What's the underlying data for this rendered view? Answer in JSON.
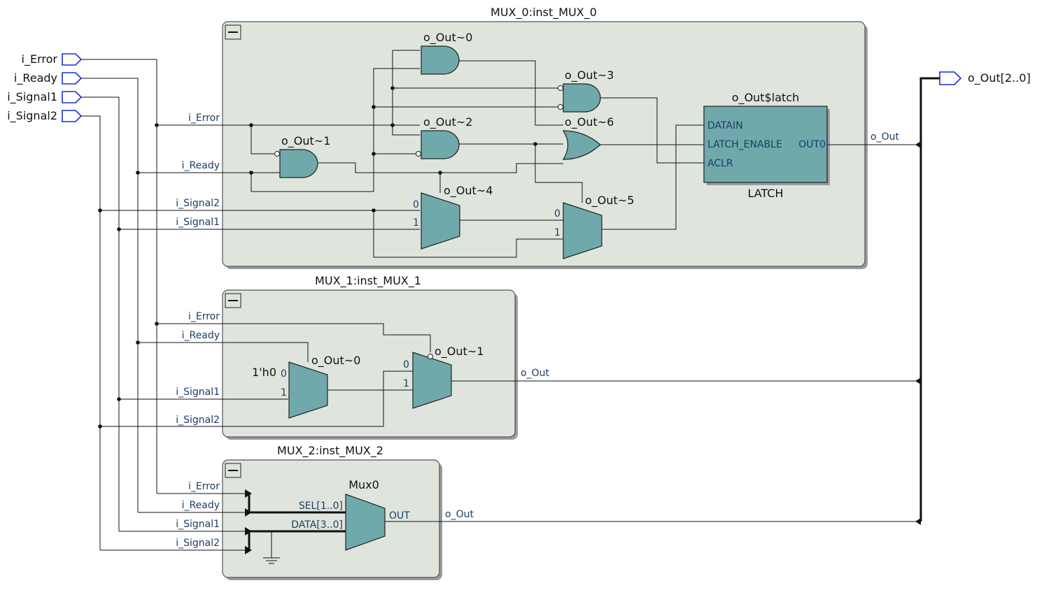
{
  "inputs": [
    "i_Error",
    "i_Ready",
    "i_Signal1",
    "i_Signal2"
  ],
  "output": "o_Out[2..0]",
  "mux0": {
    "title": "MUX_0:inst_MUX_0",
    "wire_labels": {
      "err": "i_Error",
      "rdy": "i_Ready",
      "s2": "i_Signal2",
      "s1": "i_Signal1"
    },
    "gates": {
      "g0": "o_Out~0",
      "g1": "o_Out~1",
      "g2": "o_Out~2",
      "g3": "o_Out~3",
      "g4": "o_Out~4",
      "g5": "o_Out~5",
      "g6": "o_Out~6"
    },
    "latch": {
      "title": "o_Out$latch",
      "datain": "DATAIN",
      "enable": "LATCH_ENABLE",
      "aclr": "ACLR",
      "out": "OUT0",
      "type": "LATCH"
    },
    "mux_in0": "0",
    "mux_in1": "1",
    "out_label": "o_Out"
  },
  "mux1": {
    "title": "MUX_1:inst_MUX_1",
    "wire_labels": {
      "err": "i_Error",
      "rdy": "i_Ready",
      "s1": "i_Signal1",
      "s2": "i_Signal2"
    },
    "gates": {
      "g0": "o_Out~0",
      "g1": "o_Out~1"
    },
    "const": "1'h0",
    "mux_in0": "0",
    "mux_in1": "1",
    "out_label": "o_Out"
  },
  "mux2": {
    "title": "MUX_2:inst_MUX_2",
    "wire_labels": {
      "err": "i_Error",
      "rdy": "i_Ready",
      "s1": "i_Signal1",
      "s2": "i_Signal2"
    },
    "mux": {
      "name": "Mux0",
      "sel": "SEL[1..0]",
      "data": "DATA[3..0]",
      "out": "OUT"
    },
    "out_label": "o_Out"
  },
  "collapse_glyph": "—"
}
